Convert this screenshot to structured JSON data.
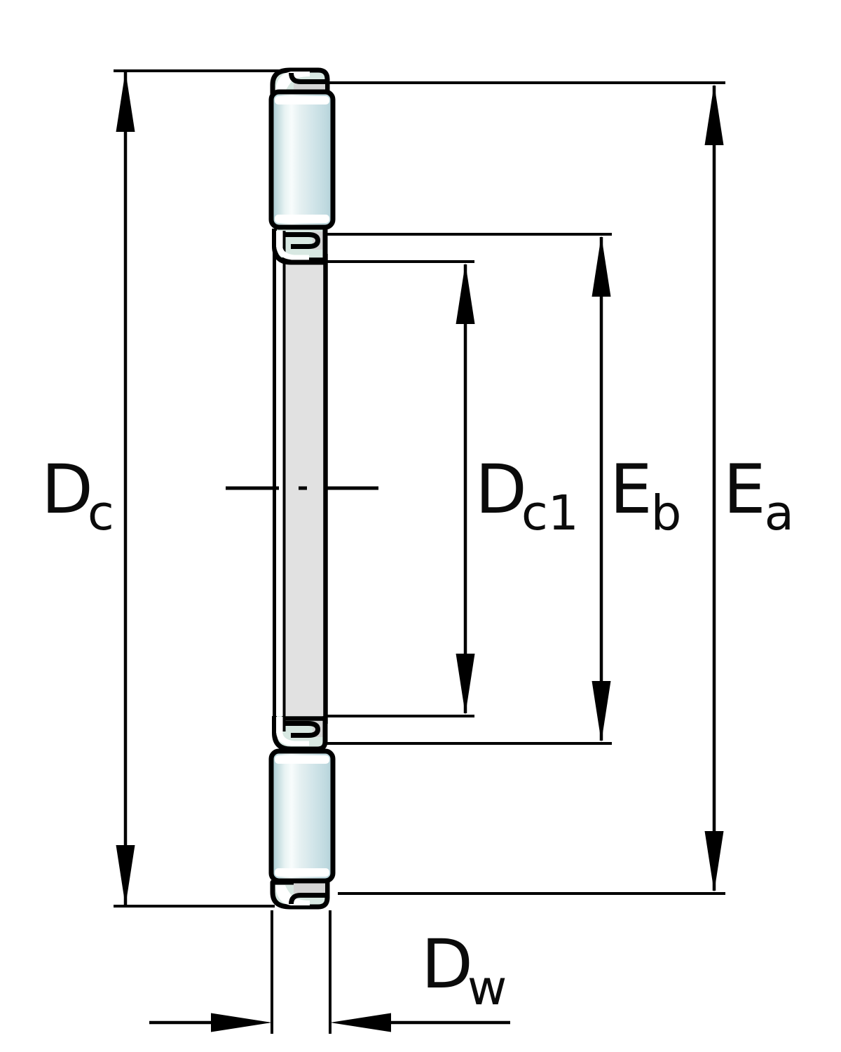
{
  "diagram": {
    "title": "thrust-needle-roller-cage-assembly-cross-section",
    "labels": {
      "dc": {
        "main": "D",
        "sub": "c"
      },
      "dc1": {
        "main": "D",
        "sub": "c1"
      },
      "eb": {
        "main": "E",
        "sub": "b"
      },
      "ea": {
        "main": "E",
        "sub": "a"
      },
      "dw": {
        "main": "D",
        "sub": "w"
      }
    },
    "colors": {
      "outline": "#000000",
      "dimension_line": "#000000",
      "roller_teal": "#c6dee2",
      "roller_edge_teal": "#9fc4cc",
      "roller_highlight": "#ffffff",
      "cage_gray": "#e1e1e1",
      "lip_fill": "#d8e8e2",
      "lip_shadow_gray": "#d4d4d4",
      "background": "#ffffff"
    }
  }
}
